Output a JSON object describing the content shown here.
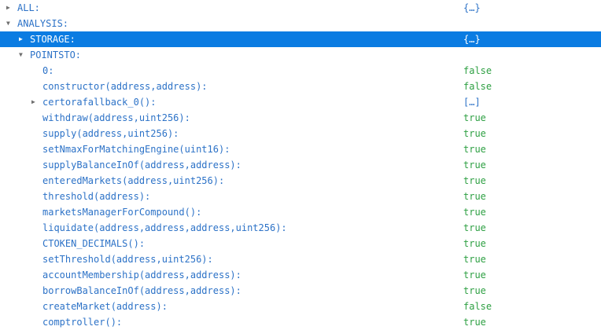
{
  "icons": {
    "collapsed": "▶",
    "expanded": "▼"
  },
  "colors": {
    "label_blue": "#2c72c7",
    "value_green": "#2ea043",
    "selected_bg": "#0b7ce2",
    "selected_fg": "#ffffff",
    "twisty_gray": "#6e6e6e",
    "background": "#ffffff"
  },
  "tree": {
    "rows": [
      {
        "label": "ALL:",
        "value": "{…}",
        "value_kind": "collection",
        "indent": 0,
        "twisty": "collapsed",
        "selected": false
      },
      {
        "label": "ANALYSIS:",
        "value": "",
        "value_kind": "",
        "indent": 0,
        "twisty": "expanded",
        "selected": false
      },
      {
        "label": "STORAGE:",
        "value": "{…}",
        "value_kind": "collection",
        "indent": 1,
        "twisty": "collapsed",
        "selected": true
      },
      {
        "label": "POINTSTO:",
        "value": "",
        "value_kind": "",
        "indent": 1,
        "twisty": "expanded",
        "selected": false
      },
      {
        "label": "0:",
        "value": "false",
        "value_kind": "boolean",
        "indent": 2,
        "twisty": null,
        "selected": false
      },
      {
        "label": "constructor(address,address):",
        "value": "false",
        "value_kind": "boolean",
        "indent": 2,
        "twisty": null,
        "selected": false
      },
      {
        "label": "certorafallback_0():",
        "value": "[…]",
        "value_kind": "collection",
        "indent": 2,
        "twisty": "collapsed",
        "selected": false
      },
      {
        "label": "withdraw(address,uint256):",
        "value": "true",
        "value_kind": "boolean",
        "indent": 2,
        "twisty": null,
        "selected": false
      },
      {
        "label": "supply(address,uint256):",
        "value": "true",
        "value_kind": "boolean",
        "indent": 2,
        "twisty": null,
        "selected": false
      },
      {
        "label": "setNmaxForMatchingEngine(uint16):",
        "value": "true",
        "value_kind": "boolean",
        "indent": 2,
        "twisty": null,
        "selected": false
      },
      {
        "label": "supplyBalanceInOf(address,address):",
        "value": "true",
        "value_kind": "boolean",
        "indent": 2,
        "twisty": null,
        "selected": false
      },
      {
        "label": "enteredMarkets(address,uint256):",
        "value": "true",
        "value_kind": "boolean",
        "indent": 2,
        "twisty": null,
        "selected": false
      },
      {
        "label": "threshold(address):",
        "value": "true",
        "value_kind": "boolean",
        "indent": 2,
        "twisty": null,
        "selected": false
      },
      {
        "label": "marketsManagerForCompound():",
        "value": "true",
        "value_kind": "boolean",
        "indent": 2,
        "twisty": null,
        "selected": false
      },
      {
        "label": "liquidate(address,address,address,uint256):",
        "value": "true",
        "value_kind": "boolean",
        "indent": 2,
        "twisty": null,
        "selected": false
      },
      {
        "label": "CTOKEN_DECIMALS():",
        "value": "true",
        "value_kind": "boolean",
        "indent": 2,
        "twisty": null,
        "selected": false
      },
      {
        "label": "setThreshold(address,uint256):",
        "value": "true",
        "value_kind": "boolean",
        "indent": 2,
        "twisty": null,
        "selected": false
      },
      {
        "label": "accountMembership(address,address):",
        "value": "true",
        "value_kind": "boolean",
        "indent": 2,
        "twisty": null,
        "selected": false
      },
      {
        "label": "borrowBalanceInOf(address,address):",
        "value": "true",
        "value_kind": "boolean",
        "indent": 2,
        "twisty": null,
        "selected": false
      },
      {
        "label": "createMarket(address):",
        "value": "false",
        "value_kind": "boolean",
        "indent": 2,
        "twisty": null,
        "selected": false
      },
      {
        "label": "comptroller():",
        "value": "true",
        "value_kind": "boolean",
        "indent": 2,
        "twisty": null,
        "selected": false
      }
    ]
  }
}
